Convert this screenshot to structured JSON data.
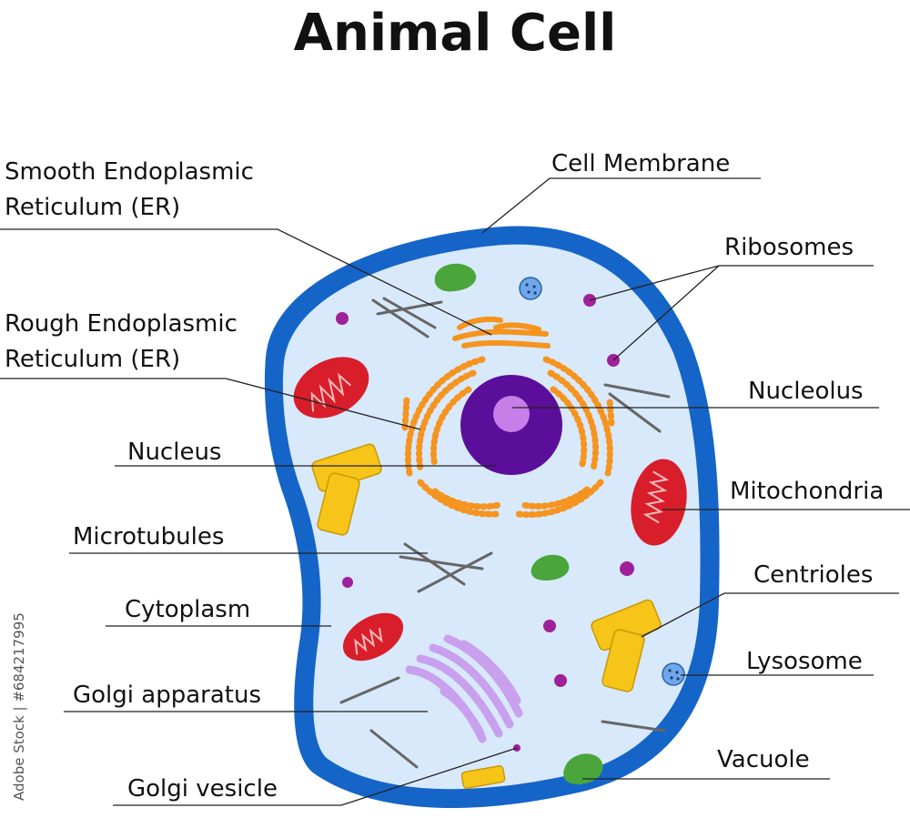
{
  "title": "Animal Cell",
  "labels": {
    "smooth_er_1": "Smooth Endoplasmic",
    "smooth_er_2": "Reticulum (ER)",
    "rough_er_1": "Rough Endoplasmic",
    "rough_er_2": "Reticulum (ER)",
    "nucleus": "Nucleus",
    "microtubules": "Microtubules",
    "cytoplasm": "Cytoplasm",
    "golgi_apparatus": "Golgi apparatus",
    "golgi_vesicle": "Golgi vesicle",
    "cell_membrane": "Cell Membrane",
    "ribosomes": "Ribosomes",
    "nucleolus": "Nucleolus",
    "mitochondria": "Mitochondria",
    "centrioles": "Centrioles",
    "lysosome": "Lysosome",
    "vacuole": "Vacuole"
  },
  "watermark": "Adobe Stock | #684217995",
  "colors": {
    "membrane": "#1565c8",
    "cytoplasm": "#d8e9fb",
    "nucleus": "#5b0e9a",
    "nucleolus": "#c77ee6",
    "er": "#f5941f",
    "mitochondria": "#d81e2a",
    "centriole": "#f7c51a",
    "vacuole": "#4aa63a",
    "lysosome": "#6fa8e8",
    "ribosome": "#a0209a",
    "golgi": "#c9a0ee",
    "microtubule": "#666666"
  }
}
